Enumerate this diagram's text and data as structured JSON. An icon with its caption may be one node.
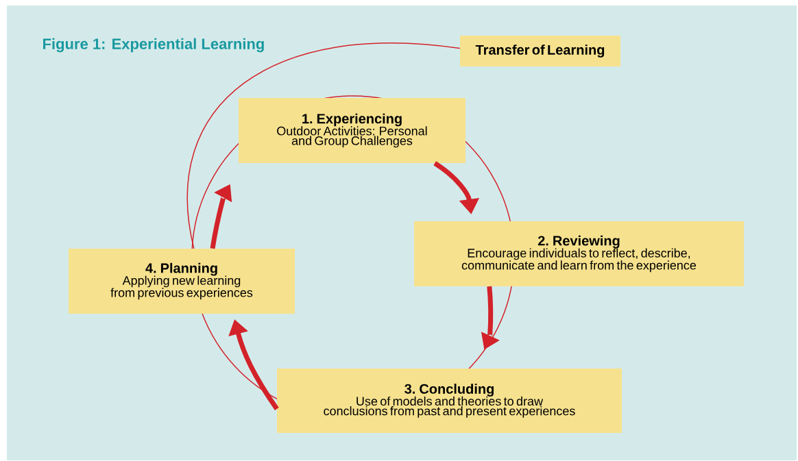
{
  "diagram": {
    "title": "Figure 1: Experiential Learning",
    "nodes": [
      {
        "text": [
          "Transfer of Learning"
        ]
      },
      {
        "text": [
          "1. Experiencing",
          "Outdoor Activities: Personal and Group Challenges"
        ]
      },
      {
        "text": [
          "2. Reviewing",
          "Encourage individuals to reflect, describe, communicate and learn from the experience"
        ]
      },
      {
        "text": [
          "3. Concluding",
          "Use of models and theories to draw conclusions from past and present experiences"
        ]
      },
      {
        "text": [
          "4. Planning",
          "Applying new learning from previous experiences"
        ]
      }
    ],
    "edges": [
      {
        "from": 1,
        "to": 2,
        "arrow": "to"
      },
      {
        "from": 2,
        "to": 3,
        "arrow": "to"
      },
      {
        "from": 3,
        "to": 4,
        "arrow": "to"
      },
      {
        "from": 4,
        "to": 1,
        "arrow": "to"
      },
      {
        "from": 4,
        "to": 0,
        "arrow": "none"
      }
    ]
  }
}
